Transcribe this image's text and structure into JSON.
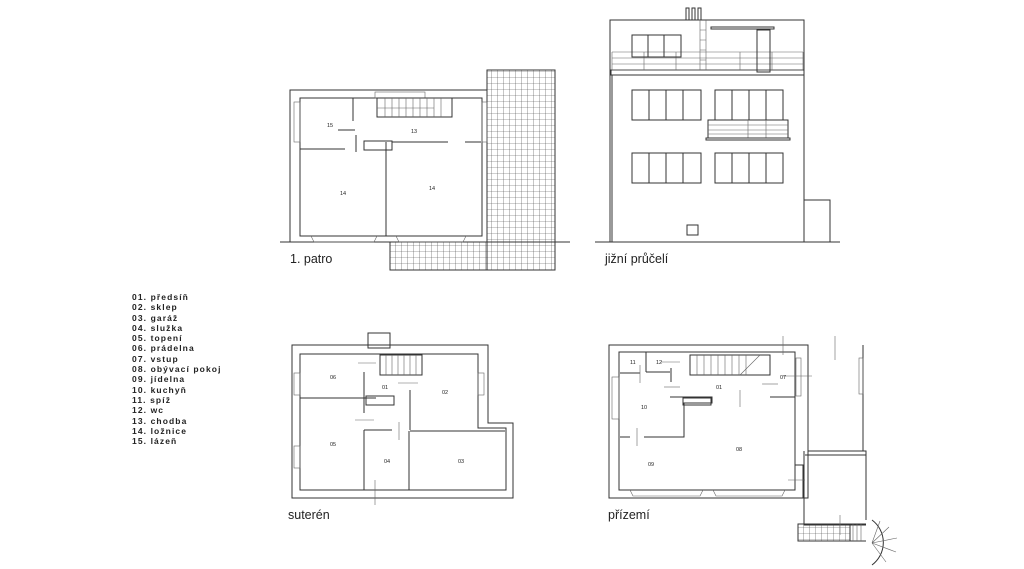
{
  "drawings": {
    "first_floor": {
      "caption": "1. patro",
      "rooms": [
        "15",
        "13",
        "14",
        "14"
      ]
    },
    "south_elevation": {
      "caption": "jižní průčelí"
    },
    "basement": {
      "caption": "suterén",
      "rooms": [
        "06",
        "01",
        "02",
        "05",
        "04",
        "03"
      ]
    },
    "ground_floor": {
      "caption": "přízemí",
      "rooms": [
        "11",
        "12",
        "01",
        "07",
        "10",
        "08",
        "09"
      ]
    }
  },
  "legend": [
    "01. předsíň",
    "02. sklep",
    "03. garáž",
    "04. služka",
    "05. topení",
    "06. prádelna",
    "07. vstup",
    "08. obývací pokoj",
    "09. jídelna",
    "10. kuchyň",
    "11. spíž",
    "12. wc",
    "13. chodba",
    "14. ložnice",
    "15. lázeň"
  ]
}
